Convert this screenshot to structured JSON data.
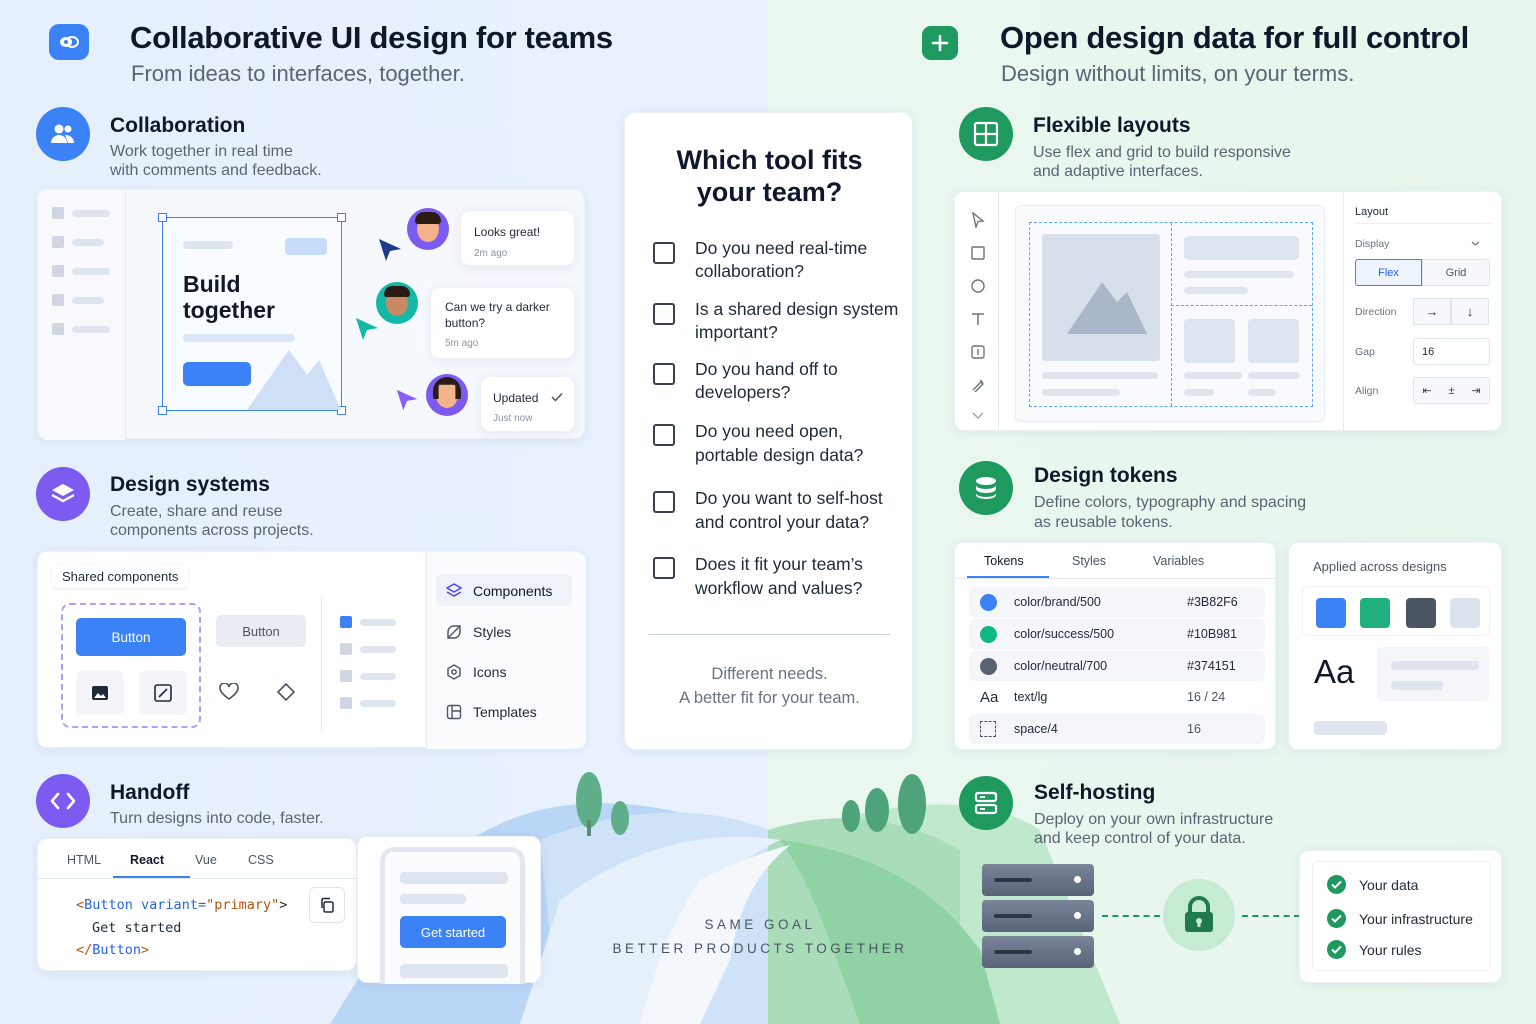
{
  "left": {
    "title": "Collaborative UI design for teams",
    "subtitle": "From ideas to interfaces, together.",
    "collaboration": {
      "title": "Collaboration",
      "desc1": "Work together in real time",
      "desc2": "with comments and feedback.",
      "canvas_title1": "Build",
      "canvas_title2": "together",
      "comments": [
        {
          "text1": "Looks great!",
          "text2": "",
          "time": "2m ago"
        },
        {
          "text1": "Can we try a darker",
          "text2": "button?",
          "time": "5m ago"
        },
        {
          "text1": "Updated",
          "text2": "",
          "time": "Just now"
        }
      ]
    },
    "design_systems": {
      "title": "Design systems",
      "desc1": "Create, share and reuse",
      "desc2": "components across projects.",
      "shared_label": "Shared components",
      "button_primary": "Button",
      "button_secondary": "Button",
      "menu": [
        "Components",
        "Styles",
        "Icons",
        "Templates"
      ]
    },
    "handoff": {
      "title": "Handoff",
      "desc": "Turn designs into code, faster.",
      "tabs": [
        "HTML",
        "React",
        "Vue",
        "CSS"
      ],
      "active_tab": "React",
      "code": {
        "l1_open": "<",
        "l1_tag": "Button",
        "l1_attr": " variant=",
        "l1_val": "\"primary\"",
        "l1_close": ">",
        "l2": "Get started",
        "l3_open": "</",
        "l3_tag": "Button",
        "l3_close": ">"
      },
      "preview_button": "Get started"
    }
  },
  "center": {
    "title1": "Which tool fits",
    "title2": "your team?",
    "questions": [
      {
        "l1": "Do you need real-time",
        "l2": "collaboration?"
      },
      {
        "l1": "Is a shared design system",
        "l2": "important?"
      },
      {
        "l1": "Do you hand off to",
        "l2": "developers?"
      },
      {
        "l1": "Do you need open,",
        "l2": "portable design data?"
      },
      {
        "l1": "Do you want to self-host",
        "l2": "and control your data?"
      },
      {
        "l1": "Does it fit your team’s",
        "l2": "workflow and values?"
      }
    ],
    "footer1": "Different needs.",
    "footer2": "A better fit for your team.",
    "tagline1": "SAME GOAL",
    "tagline2": "BETTER PRODUCTS TOGETHER"
  },
  "right": {
    "title": "Open design data for full control",
    "subtitle": "Design without limits, on your terms.",
    "layouts": {
      "title": "Flexible layouts",
      "desc1": "Use flex and grid to build responsive",
      "desc2": "and adaptive interfaces.",
      "panel_title": "Layout",
      "display_label": "Display",
      "flex": "Flex",
      "grid": "Grid",
      "direction_label": "Direction",
      "gap_label": "Gap",
      "gap_value": "16",
      "align_label": "Align"
    },
    "tokens": {
      "title": "Design tokens",
      "desc1": "Define colors, typography and spacing",
      "desc2": "as reusable tokens.",
      "tabs": [
        "Tokens",
        "Styles",
        "Variables"
      ],
      "rows": [
        {
          "name": "color/brand/500",
          "value": "#3B82F6",
          "swatch": "#3b82f6"
        },
        {
          "name": "color/success/500",
          "value": "#10B981",
          "swatch": "#10b981"
        },
        {
          "name": "color/neutral/700",
          "value": "#374151",
          "swatch": "#5b6272"
        },
        {
          "name": "text/lg",
          "value": "16 / 24",
          "icon": "Aa"
        },
        {
          "name": "space/4",
          "value": "16"
        }
      ],
      "applied_label": "Applied across designs",
      "applied_swatches": [
        "#3b82f6",
        "#22b07d",
        "#4b5563",
        "#dde3ec"
      ],
      "sample_text": "Aa"
    },
    "hosting": {
      "title": "Self-hosting",
      "desc1": "Deploy on your own infrastructure",
      "desc2": "and keep control of your data.",
      "items": [
        "Your data",
        "Your infrastructure",
        "Your rules"
      ]
    }
  }
}
